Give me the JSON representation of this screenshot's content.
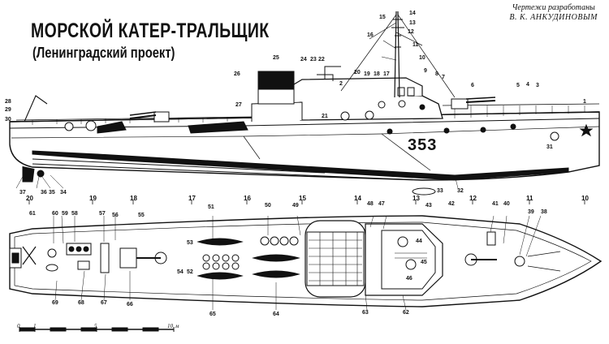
{
  "title": {
    "line1": "МОРСКОЙ КАТЕР-ТРАЛЬЩИК",
    "line2": "(Ленинградский проект)"
  },
  "credit": {
    "line1": "Чертежи разработаны",
    "line2": "В. К. АНКУДИНОВЫМ"
  },
  "hull_number": "353",
  "side_view_labels": [
    "1",
    "2",
    "3",
    "4",
    "5",
    "6",
    "7",
    "8",
    "9",
    "10",
    "11",
    "12",
    "13",
    "14",
    "15",
    "16",
    "17",
    "18",
    "19",
    "20",
    "21",
    "22",
    "23",
    "24",
    "25",
    "26",
    "27",
    "28",
    "29",
    "30",
    "31",
    "32",
    "33",
    "34",
    "35",
    "36",
    "37"
  ],
  "plan_view_labels": [
    "38",
    "39",
    "40",
    "41",
    "42",
    "43",
    "44",
    "45",
    "46",
    "47",
    "48",
    "49",
    "50",
    "51",
    "52",
    "53",
    "54",
    "55",
    "56",
    "57",
    "58",
    "59",
    "60",
    "61",
    "62",
    "63",
    "64",
    "65",
    "66",
    "67",
    "68",
    "69"
  ],
  "stations": [
    "20",
    "19",
    "18",
    "17",
    "16",
    "15",
    "14",
    "13",
    "12",
    "11",
    "10"
  ],
  "scale": {
    "ticks": [
      "0",
      "1",
      "5",
      "10"
    ],
    "unit": "м"
  }
}
